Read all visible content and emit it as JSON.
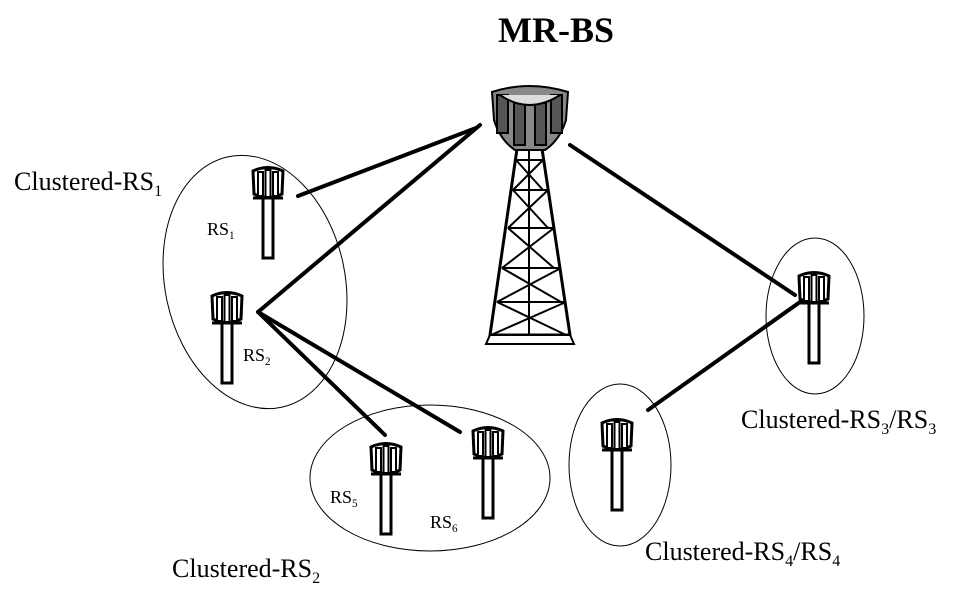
{
  "diagram": {
    "title": "MR-BS",
    "clusters": [
      {
        "id": "c1",
        "label_main": "Clustered-RS",
        "label_sub": "1",
        "label_tail_main": "",
        "label_tail_sub": ""
      },
      {
        "id": "c2",
        "label_main": "Clustered-RS",
        "label_sub": "2",
        "label_tail_main": "",
        "label_tail_sub": ""
      },
      {
        "id": "c3",
        "label_main": "Clustered-RS",
        "label_sub": "3",
        "label_tail_main": "/RS",
        "label_tail_sub": "3"
      },
      {
        "id": "c4",
        "label_main": "Clustered-RS",
        "label_sub": "4",
        "label_tail_main": "/RS",
        "label_tail_sub": "4"
      }
    ],
    "relay_stations": [
      {
        "id": "rs1",
        "main": "RS",
        "sub": "1"
      },
      {
        "id": "rs2",
        "main": "RS",
        "sub": "2"
      },
      {
        "id": "rs5",
        "main": "RS",
        "sub": "5"
      },
      {
        "id": "rs6",
        "main": "RS",
        "sub": "6"
      }
    ]
  }
}
